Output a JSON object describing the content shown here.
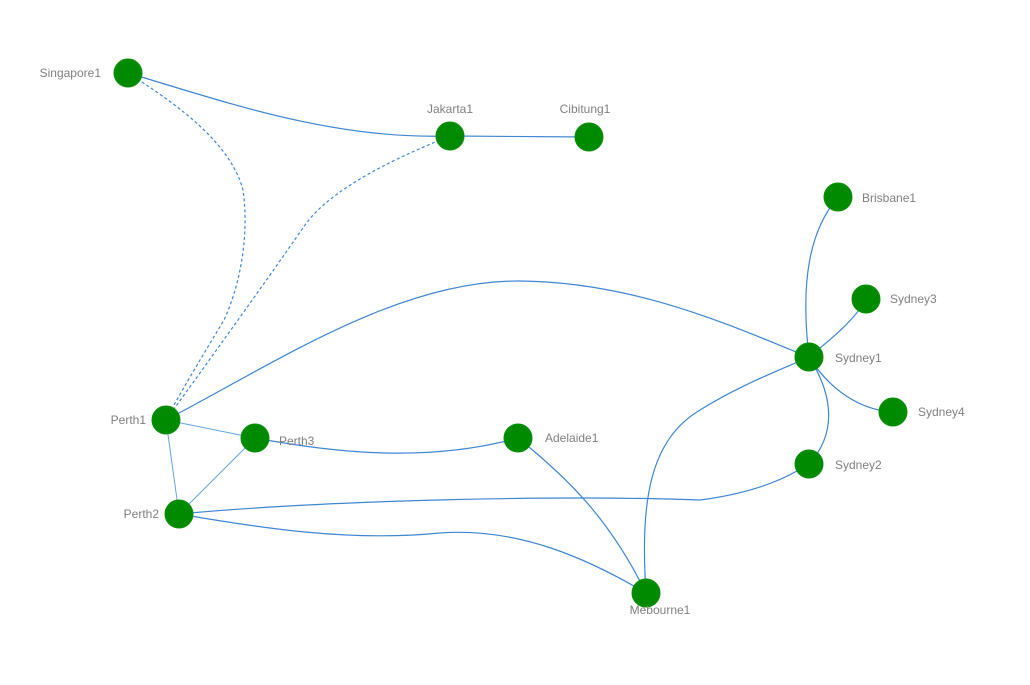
{
  "colors": {
    "node": "#008a00",
    "link": "#3f86d3",
    "label": "#808080",
    "background": "#ffffff"
  },
  "nodes": [
    {
      "id": "singapore1",
      "label": "Singapore1"
    },
    {
      "id": "jakarta1",
      "label": "Jakarta1"
    },
    {
      "id": "cibitung1",
      "label": "Cibitung1"
    },
    {
      "id": "brisbane1",
      "label": "Brisbane1"
    },
    {
      "id": "sydney3",
      "label": "Sydney3"
    },
    {
      "id": "sydney1",
      "label": "Sydney1"
    },
    {
      "id": "sydney4",
      "label": "Sydney4"
    },
    {
      "id": "sydney2",
      "label": "Sydney2"
    },
    {
      "id": "perth1",
      "label": "Perth1"
    },
    {
      "id": "perth3",
      "label": "Perth3"
    },
    {
      "id": "adelaide1",
      "label": "Adelaide1"
    },
    {
      "id": "perth2",
      "label": "Perth2"
    },
    {
      "id": "melbourne1",
      "label": "Mebourne1"
    }
  ],
  "links": [
    {
      "from": "singapore1",
      "to": "jakarta1",
      "style": "solid"
    },
    {
      "from": "jakarta1",
      "to": "cibitung1",
      "style": "solid"
    },
    {
      "from": "singapore1",
      "to": "perth1",
      "style": "dashed"
    },
    {
      "from": "jakarta1",
      "to": "perth1",
      "style": "dashed"
    },
    {
      "from": "perth1",
      "to": "sydney1",
      "style": "solid"
    },
    {
      "from": "perth1",
      "to": "perth3",
      "style": "thin"
    },
    {
      "from": "perth1",
      "to": "perth2",
      "style": "thin"
    },
    {
      "from": "perth3",
      "to": "perth2",
      "style": "thin"
    },
    {
      "from": "perth3",
      "to": "adelaide1",
      "style": "solid"
    },
    {
      "from": "adelaide1",
      "to": "melbourne1",
      "style": "solid"
    },
    {
      "from": "perth2",
      "to": "sydney2",
      "style": "solid"
    },
    {
      "from": "perth2",
      "to": "melbourne1",
      "style": "solid"
    },
    {
      "from": "melbourne1",
      "to": "sydney1",
      "style": "solid"
    },
    {
      "from": "brisbane1",
      "to": "sydney1",
      "style": "solid"
    },
    {
      "from": "sydney3",
      "to": "sydney1",
      "style": "solid"
    },
    {
      "from": "sydney1",
      "to": "sydney4",
      "style": "solid"
    },
    {
      "from": "sydney1",
      "to": "sydney2",
      "style": "solid"
    }
  ]
}
